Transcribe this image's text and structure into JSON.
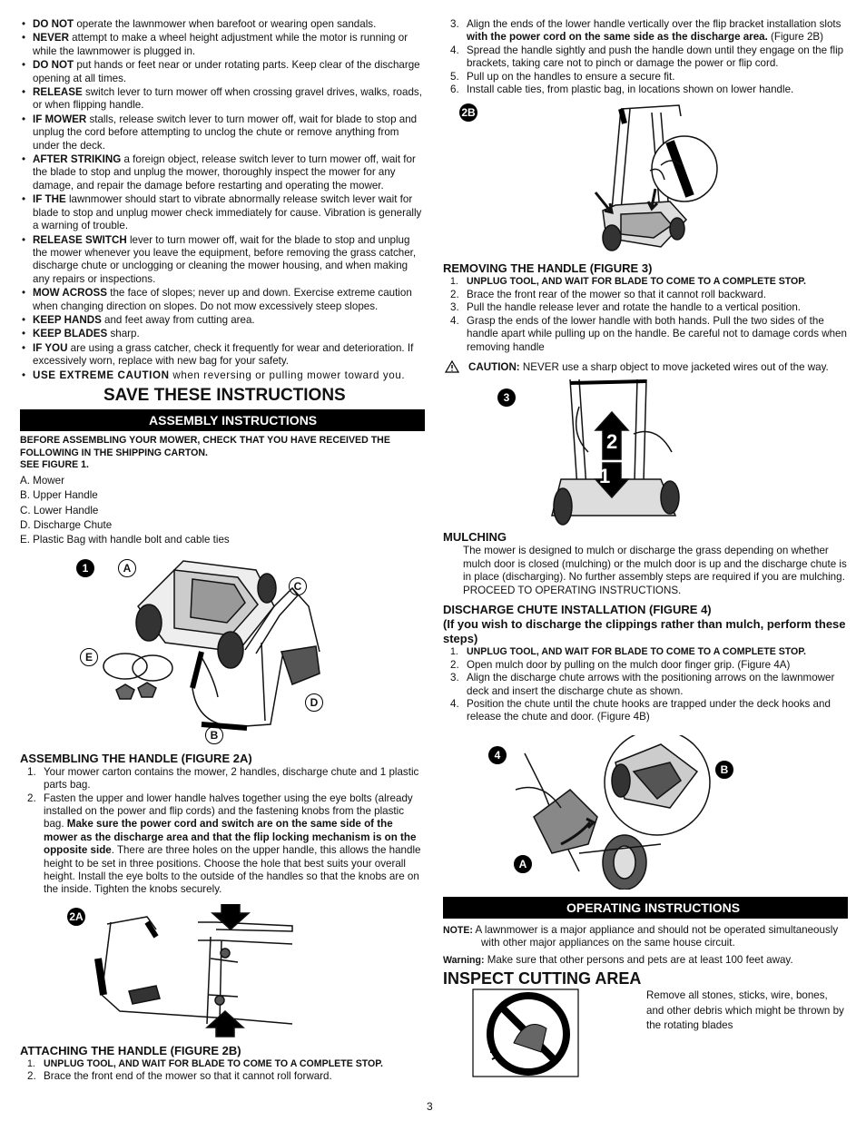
{
  "safety_bullets": [
    {
      "b": "DO NOT",
      "t": " operate the lawnmower when barefoot or wearing open sandals."
    },
    {
      "b": "NEVER",
      "t": " attempt to make a wheel height adjustment while the motor is running or while the lawnmower is  plugged in."
    },
    {
      "b": "DO NOT",
      "t": " put hands or feet near or under rotating parts.  Keep clear of the discharge opening at all times."
    },
    {
      "b": "RELEASE",
      "t": " switch lever to turn mower off when crossing gravel drives, walks, roads, or when flipping handle."
    },
    {
      "b": "IF MOWER",
      "t": " stalls, release switch lever to turn mower off, wait for blade to stop and unplug the cord before attempting to unclog the chute or remove anything from under the deck."
    },
    {
      "b": "AFTER STRIKING",
      "t": " a foreign object, release switch lever to turn mower off, wait for the blade to stop and unplug the mower, thoroughly inspect the mower for any damage, and repair the damage before restarting and operating the mower."
    },
    {
      "b": "IF THE",
      "t": " lawnmower should start to vibrate abnormally release switch lever wait for blade to stop and unplug mower check immediately for cause.  Vibration is generally a warning of trouble."
    },
    {
      "b": "RELEASE SWITCH",
      "t": " lever to turn mower off, wait for the blade to stop and unplug the mower whenever you leave the equipment, before removing the grass catcher, discharge chute or unclogging or cleaning the mower housing, and when making any repairs or inspections."
    },
    {
      "b": "MOW ACROSS",
      "t": " the face of slopes; never up and down.  Exercise extreme caution when changing direction on slopes.  Do not mow excessively steep slopes."
    },
    {
      "b": "KEEP HANDS",
      "t": " and feet away from cutting area."
    },
    {
      "b": "KEEP BLADES",
      "t": " sharp."
    },
    {
      "b": "IF YOU",
      "t": " are using a grass catcher, check it frequently for wear and deterioration. If excessively worn, replace with new bag for your safety."
    },
    {
      "b": "USE EXTREME CAUTION",
      "t": " when reversing or pulling mower toward you."
    }
  ],
  "save_title": "SAVE THESE INSTRUCTIONS",
  "assembly_bar": "ASSEMBLY INSTRUCTIONS",
  "before_assembling": "BEFORE ASSEMBLING YOUR MOWER, CHECK THAT YOU HAVE RECEIVED THE FOLLOWING IN THE SHIPPING CARTON.",
  "see_figure": "SEE FIGURE 1.",
  "parts": [
    "A. Mower",
    "B. Upper Handle",
    "C. Lower Handle",
    "D. Discharge Chute",
    "E. Plastic Bag with handle bolt and cable ties"
  ],
  "fig1": {
    "badge": "1",
    "labels": {
      "a": "A",
      "b": "B",
      "c": "C",
      "d": "D",
      "e": "E"
    }
  },
  "assembling": {
    "heading": "ASSEMBLING THE HANDLE (FIGURE 2A)",
    "step1_n": "1.",
    "step1": "Your mower carton contains the mower, 2 handles, discharge chute and 1 plastic parts bag.",
    "step2_n": "2.",
    "step2_a": "Fasten the upper and lower handle halves together using the eye bolts (already installed on the power and flip cords) and the fastening knobs from the plastic bag. ",
    "step2_b": "Make sure the power cord and switch are on the same side of the mower as the discharge area and that the flip locking mechanism is on the opposite side",
    "step2_c": ". There are three holes on the upper handle, this allows the handle height to be set in three positions.  Choose the hole that best suits your overall height. Install the eye bolts to the outside of the handles so that the knobs are on the inside.  Tighten the knobs securely."
  },
  "fig2a": {
    "badge": "2A"
  },
  "attaching": {
    "heading": "ATTACHING THE HANDLE (FIGURE 2B)",
    "steps": [
      {
        "n": "1.",
        "b": "UNPLUG TOOL, AND WAIT FOR BLADE TO COME TO A COMPLETE STOP.",
        "t": ""
      },
      {
        "n": "2.",
        "b": "",
        "t": "Brace the front end of the mower so that it cannot roll forward."
      }
    ],
    "step3_n": "3.",
    "step3_a": "Align the ends of the lower handle vertically over the flip bracket installation slots ",
    "step3_b": "with the power cord on the same side as the discharge area.",
    "step3_c": " (Figure 2B)",
    "step4_n": "4.",
    "step4": "Spread the handle sightly and push the handle down until they engage on the flip brackets, taking care not to pinch or damage the power or flip cord.",
    "step5_n": "5.",
    "step5": "Pull up on the handles to ensure a secure fit.",
    "step6_n": "6.",
    "step6": "Install cable ties, from plastic bag, in locations  shown on lower handle."
  },
  "fig2b": {
    "badge": "2B"
  },
  "removing": {
    "heading": "REMOVING THE HANDLE (FIGURE 3)",
    "step1_n": "1.",
    "step1": "UNPLUG TOOL, AND WAIT FOR BLADE TO COME TO A COMPLETE STOP.",
    "step2_n": "2.",
    "step2": "Brace the front rear of the mower so that it cannot roll backward.",
    "step3_n": "3.",
    "step3": "Pull the handle release lever and rotate the handle to a vertical position.",
    "step4_n": "4.",
    "step4": "Grasp the ends of the lower handle with both hands. Pull the two sides of the handle apart while pulling up on the handle. Be careful not to damage cords when removing handle",
    "caution_label": "CAUTION:",
    "caution_text": "  NEVER use a sharp object to move jacketed wires out of the way."
  },
  "fig3": {
    "badge": "3",
    "arrow1": "1",
    "arrow2": "2"
  },
  "mulching": {
    "heading": "MULCHING",
    "text": "The mower is designed to mulch or discharge the grass depending on whether mulch door is closed (mulching) or the mulch door is up and the discharge chute is in place (discharging). No further assembly steps are required if you are mulching. PROCEED TO OPERATING INSTRUCTIONS."
  },
  "discharge": {
    "heading1": "DISCHARGE CHUTE INSTALLATION (FIGURE 4)",
    "heading2": "(If you wish to discharge the clippings rather than mulch, perform these steps)",
    "step1_n": "1.",
    "step1": "UNPLUG TOOL, AND WAIT FOR BLADE TO COME TO A COMPLETE STOP.",
    "step2_n": "2.",
    "step2": "Open mulch door by pulling on the mulch door finger grip. (Figure 4A)",
    "step3_n": "3.",
    "step3": "Align the discharge chute arrows with the positioning arrows on the lawnmower deck and insert the discharge chute as shown.",
    "step4_n": "4.",
    "step4": "Position the chute until the chute hooks are trapped under the deck hooks and release the chute and door. (Figure 4B)"
  },
  "fig4": {
    "badge": "4",
    "a": "A",
    "b": "B"
  },
  "operating_bar": "OPERATING INSTRUCTIONS",
  "note_label": "NOTE:",
  "note_text": "  A lawnmower is a major appliance and should not be operated simultaneously with other major appliances on the same house circuit.",
  "warning_label": "Warning:",
  "warning_text": " Make sure that other persons and pets are at least 100 feet away.",
  "inspect_title": "INSPECT CUTTING AREA",
  "inspect_text": "Remove all stones, sticks, wire, bones, and other debris which might be thrown by the rotating blades",
  "page_number": "3"
}
